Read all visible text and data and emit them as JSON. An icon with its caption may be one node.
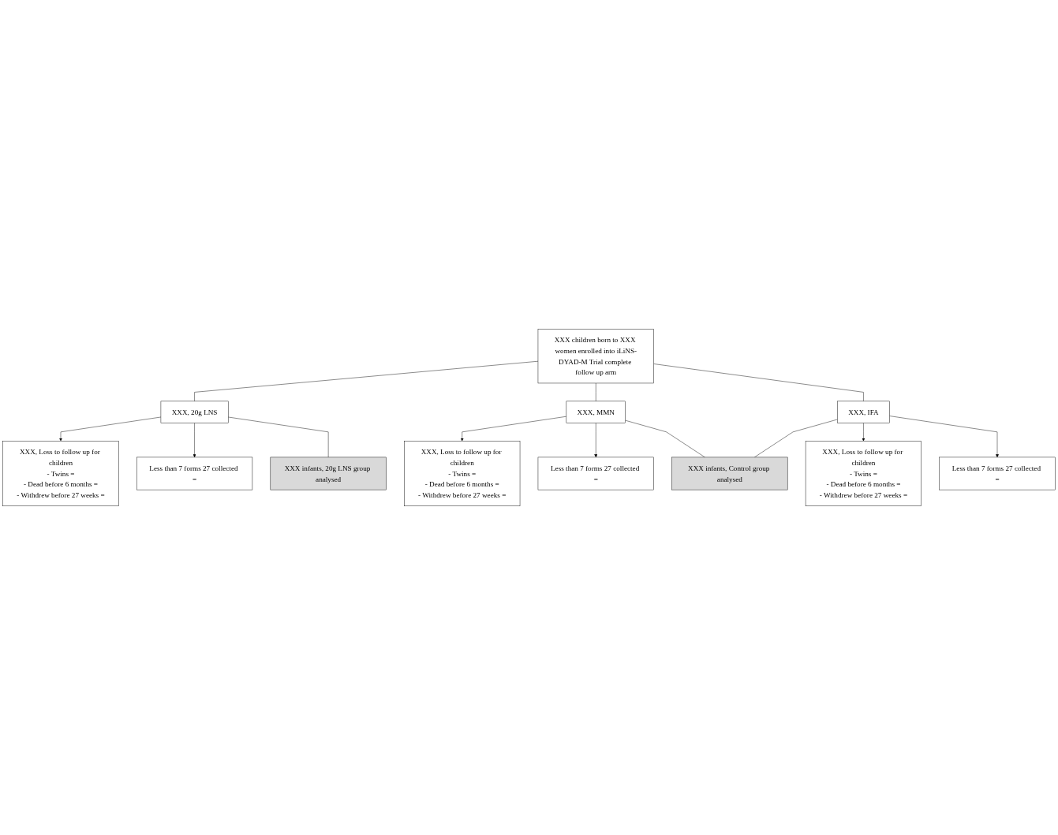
{
  "diagram": {
    "nodes": [
      {
        "text": [
          "XXX children born to XXX women enrolled into iLiNS-DYAD-M Trial complete follow up arm"
        ]
      },
      {
        "text": [
          "XXX, 20g LNS"
        ]
      },
      {
        "text": [
          "XXX, MMN"
        ]
      },
      {
        "text": [
          "XXX, IFA"
        ]
      },
      {
        "text": [
          "XXX, Loss to follow up for children",
          "- Twins =",
          "- Dead before 6 months =",
          "- Withdrew before 27 weeks ="
        ]
      },
      {
        "text": [
          "Less than 7 forms 27 collected ="
        ]
      },
      {
        "text": [
          "XXX, Loss to follow up for children",
          "- Twins =",
          "- Dead before 6 months =",
          "- Withdrew before 27 weeks ="
        ]
      },
      {
        "text": [
          "Less than 7 forms 27 collected ="
        ]
      },
      {
        "text": [
          "XXX, Loss to follow up for children",
          "- Twins =",
          "- Dead before 6 months =",
          "- Withdrew before 27 weeks ="
        ]
      },
      {
        "text": [
          "Less than 7 forms 27 collected ="
        ]
      },
      {
        "text": [
          "XXX infants, 20g LNS group analysed"
        ]
      },
      {
        "text": [
          "XXX infants, Control group analysed"
        ]
      }
    ],
    "edges": [
      {
        "from": 0,
        "to": 1,
        "arrow": "none"
      },
      {
        "from": 0,
        "to": 2,
        "arrow": "none"
      },
      {
        "from": 0,
        "to": 3,
        "arrow": "none"
      },
      {
        "from": 1,
        "to": 4,
        "arrow": "to"
      },
      {
        "from": 1,
        "to": 5,
        "arrow": "to"
      },
      {
        "from": 1,
        "to": 10,
        "arrow": "none"
      },
      {
        "from": 2,
        "to": 6,
        "arrow": "to"
      },
      {
        "from": 2,
        "to": 7,
        "arrow": "to"
      },
      {
        "from": 2,
        "to": 11,
        "arrow": "none"
      },
      {
        "from": 3,
        "to": 8,
        "arrow": "to"
      },
      {
        "from": 3,
        "to": 9,
        "arrow": "to"
      },
      {
        "from": 3,
        "to": 11,
        "arrow": "none"
      }
    ]
  }
}
